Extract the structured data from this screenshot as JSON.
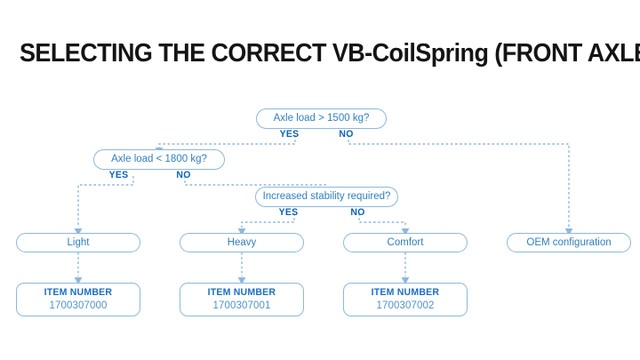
{
  "page": {
    "title": "SELECTING THE CORRECT VB-CoilSpring (FRONT AXLE)",
    "background": "#ffffff",
    "accent_line": "#8cb8dd",
    "accent_text": "#2f7fc1",
    "branch_label_color": "#0a63b8",
    "title_color": "#141414"
  },
  "flowchart": {
    "type": "decision-tree",
    "decisions": [
      {
        "id": "d1",
        "question": "Axle load > 1500 kg?",
        "yes_label": "YES",
        "no_label": "NO",
        "yes_target": "d2",
        "no_target": "oem"
      },
      {
        "id": "d2",
        "question": "Axle load < 1800 kg?",
        "yes_label": "YES",
        "no_label": "NO",
        "yes_target": "light",
        "no_target": "d3"
      },
      {
        "id": "d3",
        "question": "Increased stability required?",
        "yes_label": "YES",
        "no_label": "NO",
        "yes_target": "heavy",
        "no_target": "comfort"
      }
    ],
    "results": [
      {
        "id": "light",
        "label": "Light"
      },
      {
        "id": "heavy",
        "label": "Heavy"
      },
      {
        "id": "comfort",
        "label": "Comfort"
      },
      {
        "id": "oem",
        "label": "OEM configuration"
      }
    ],
    "item_numbers": [
      {
        "for": "light",
        "heading": "ITEM NUMBER",
        "value": "1700307000"
      },
      {
        "for": "heavy",
        "heading": "ITEM NUMBER",
        "value": "1700307001"
      },
      {
        "for": "comfort",
        "heading": "ITEM NUMBER",
        "value": "1700307002"
      }
    ]
  }
}
